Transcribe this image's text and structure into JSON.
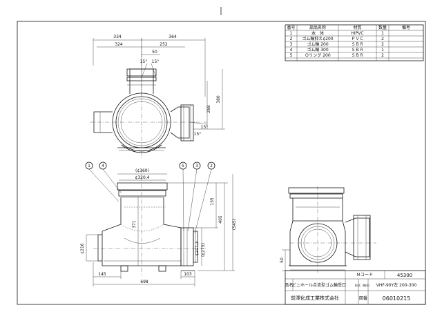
{
  "parts_table": {
    "headers": [
      "番号",
      "部品名称",
      "材質",
      "数量",
      "備考"
    ],
    "rows": [
      [
        "1",
        "本　体",
        "HIPVC",
        "1",
        ""
      ],
      [
        "2",
        "ゴム輪抑え¢200",
        "ＰＶＣ",
        "2",
        ""
      ],
      [
        "3",
        "ゴム輪 200",
        "ＳＢＲ",
        "2",
        ""
      ],
      [
        "4",
        "ゴム輪 300",
        "ＳＢＲ",
        "1",
        ""
      ],
      [
        "5",
        "Ｏリング 200",
        "ＳＢＲ",
        "2",
        ""
      ]
    ]
  },
  "title_block": {
    "mcode_label": "Ｍコード",
    "mcode_value": "45300",
    "name_label": "品名",
    "name_value": "ビニホール合流型ゴム輪受口",
    "model_label": "形式（略号）",
    "model_value": "VHF-90Y左 200-300",
    "company": "前澤化成工業株式会社",
    "drawing_no_label": "図番",
    "drawing_no_value": "06010215"
  },
  "dimensions": {
    "top_view": [
      "334",
      "364",
      "324",
      "252",
      "50",
      "15°",
      "15°",
      "268",
      "380",
      "15°",
      "15°"
    ],
    "front_view": [
      "(¢360)",
      "¢320,4",
      "135",
      "405",
      "(545)",
      "371",
      "¢217,3",
      "(¢275)",
      "¢216",
      "145",
      "698",
      "103"
    ],
    "side_view": [
      "50"
    ]
  },
  "balloons": [
    "1",
    "4",
    "5",
    "3",
    "2"
  ]
}
